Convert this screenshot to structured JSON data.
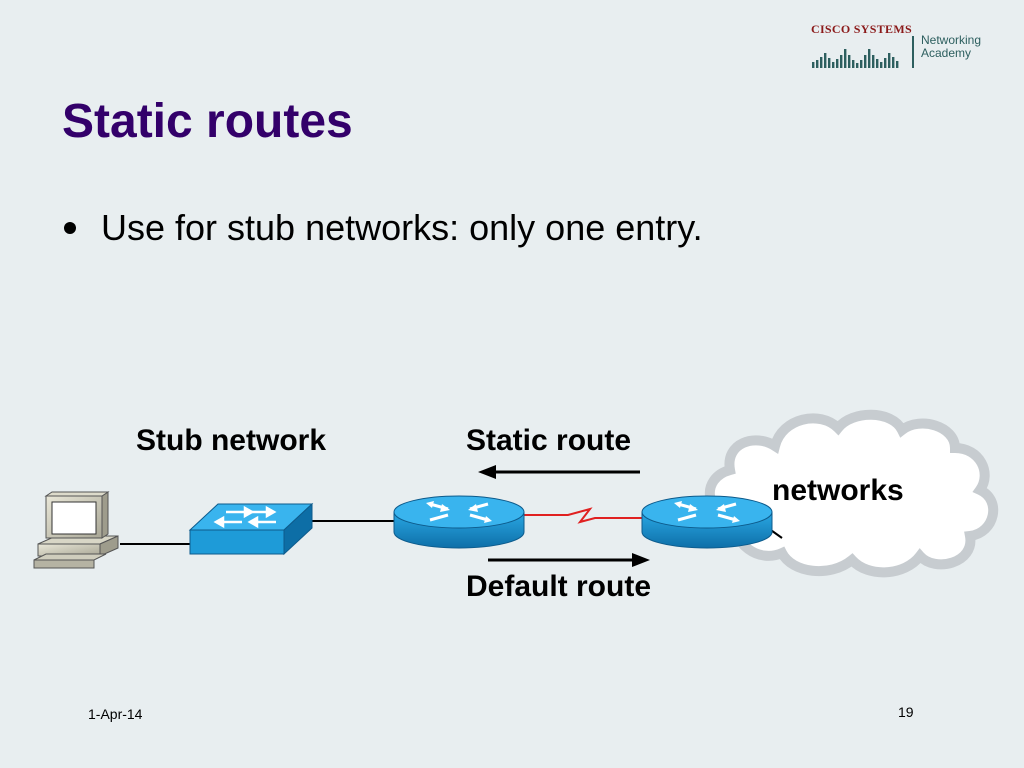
{
  "title": "Static routes",
  "bullets": [
    {
      "text": "Use for stub networks: only one entry."
    }
  ],
  "logo": {
    "brand": "CISCO SYSTEMS",
    "line1": "Networking",
    "line2": "Academy"
  },
  "diagram": {
    "stub_network_label": "Stub network",
    "static_route_label": "Static route",
    "default_route_label": "Default route",
    "cloud_label": "networks"
  },
  "footer": {
    "date": "1-Apr-14",
    "page_number": "19"
  },
  "colors": {
    "background": "#e8eef0",
    "title": "#33006a",
    "device_blue": "#1e9bd8",
    "serial_link": "#e02020",
    "cloud_outline": "#c7ccd0"
  }
}
